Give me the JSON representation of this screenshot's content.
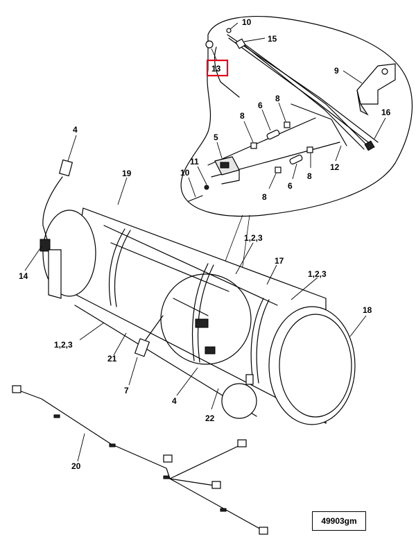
{
  "diagram_code": "49903gm",
  "highlighted_callout": "13",
  "highlight_color": "#e0001a",
  "callouts": [
    {
      "id": "c10a",
      "text": "10"
    },
    {
      "id": "c15",
      "text": "15"
    },
    {
      "id": "c13",
      "text": "13"
    },
    {
      "id": "c9",
      "text": "9"
    },
    {
      "id": "c8a",
      "text": "8"
    },
    {
      "id": "c6a",
      "text": "6"
    },
    {
      "id": "c8b",
      "text": "8"
    },
    {
      "id": "c16",
      "text": "16"
    },
    {
      "id": "c5",
      "text": "5"
    },
    {
      "id": "c11",
      "text": "11"
    },
    {
      "id": "c10b",
      "text": "10"
    },
    {
      "id": "c12",
      "text": "12"
    },
    {
      "id": "c8c",
      "text": "8"
    },
    {
      "id": "c6b",
      "text": "6"
    },
    {
      "id": "c8d",
      "text": "8"
    },
    {
      "id": "c4a",
      "text": "4"
    },
    {
      "id": "c19",
      "text": "19"
    },
    {
      "id": "c14",
      "text": "14"
    },
    {
      "id": "c123a",
      "text": "1,2,3"
    },
    {
      "id": "c17",
      "text": "17"
    },
    {
      "id": "c123b",
      "text": "1,2,3"
    },
    {
      "id": "c18",
      "text": "18"
    },
    {
      "id": "c123c",
      "text": "1,2,3"
    },
    {
      "id": "c21",
      "text": "21"
    },
    {
      "id": "c7",
      "text": "7"
    },
    {
      "id": "c4b",
      "text": "4"
    },
    {
      "id": "c22",
      "text": "22"
    },
    {
      "id": "c20",
      "text": "20"
    }
  ]
}
